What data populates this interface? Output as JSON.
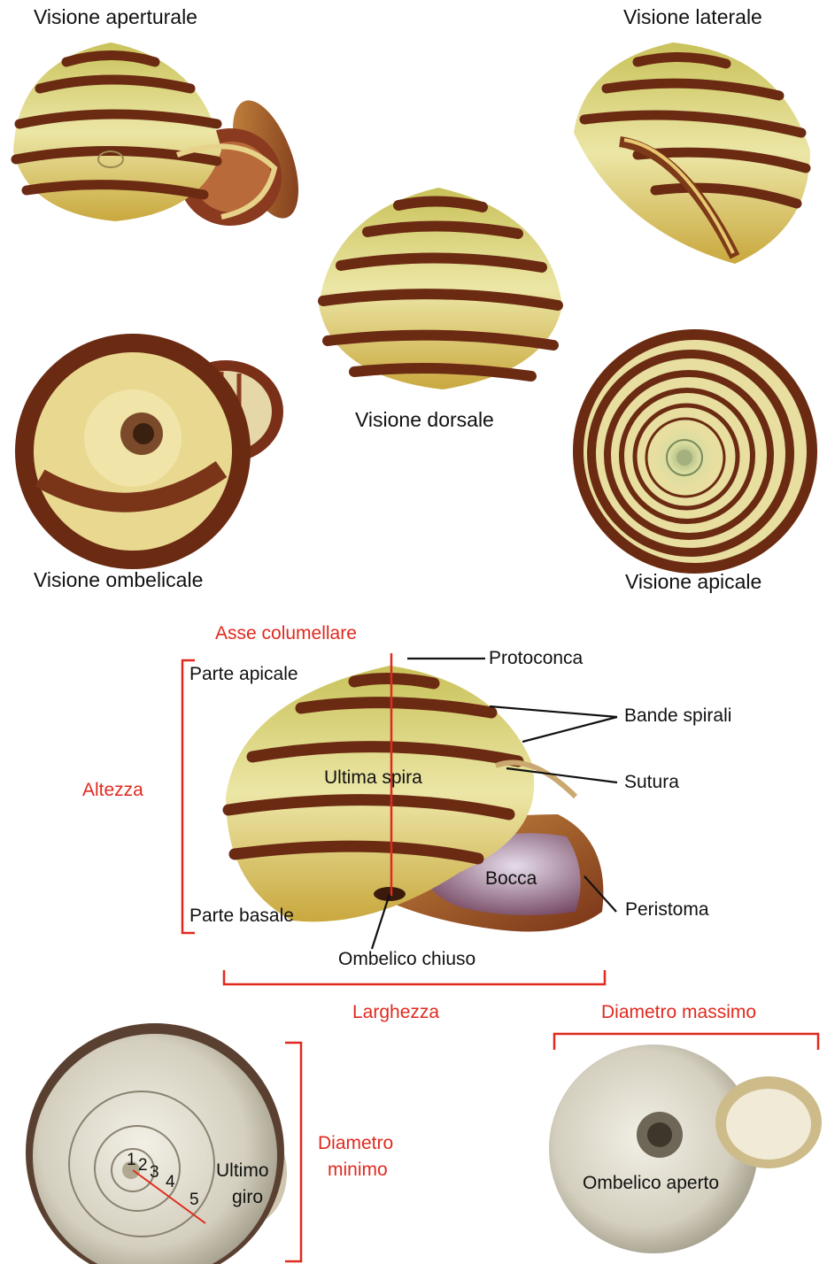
{
  "views": {
    "aperturale": "Visione aperturale",
    "laterale": "Visione laterale",
    "dorsale": "Visione dorsale",
    "ombelicale": "Visione ombelicale",
    "apicale": "Visione apicale"
  },
  "anatomy": {
    "asse": "Asse columellare",
    "protoconca": "Protoconca",
    "parte_apicale": "Parte apicale",
    "bande": "Bande spirali",
    "ultima_spira": "Ultima spira",
    "sutura": "Sutura",
    "altezza": "Altezza",
    "bocca": "Bocca",
    "peristoma": "Peristoma",
    "parte_basale": "Parte basale",
    "ombelico_chiuso": "Ombelico chiuso",
    "larghezza": "Larghezza"
  },
  "bottom": {
    "diametro_massimo": "Diametro massimo",
    "diametro_minimo_1": "Diametro",
    "diametro_minimo_2": "minimo",
    "ultimo_1": "Ultimo",
    "ultimo_2": "giro",
    "ombelico_aperto": "Ombelico aperto",
    "whorls": [
      "1",
      "2",
      "3",
      "4",
      "5"
    ]
  },
  "colors": {
    "band": "#6b2a12",
    "cream": "#e9e2a0",
    "yellow": "#d8c84a",
    "annotation_red": "#e02a1f",
    "white_shell": "#d8d4c4"
  }
}
